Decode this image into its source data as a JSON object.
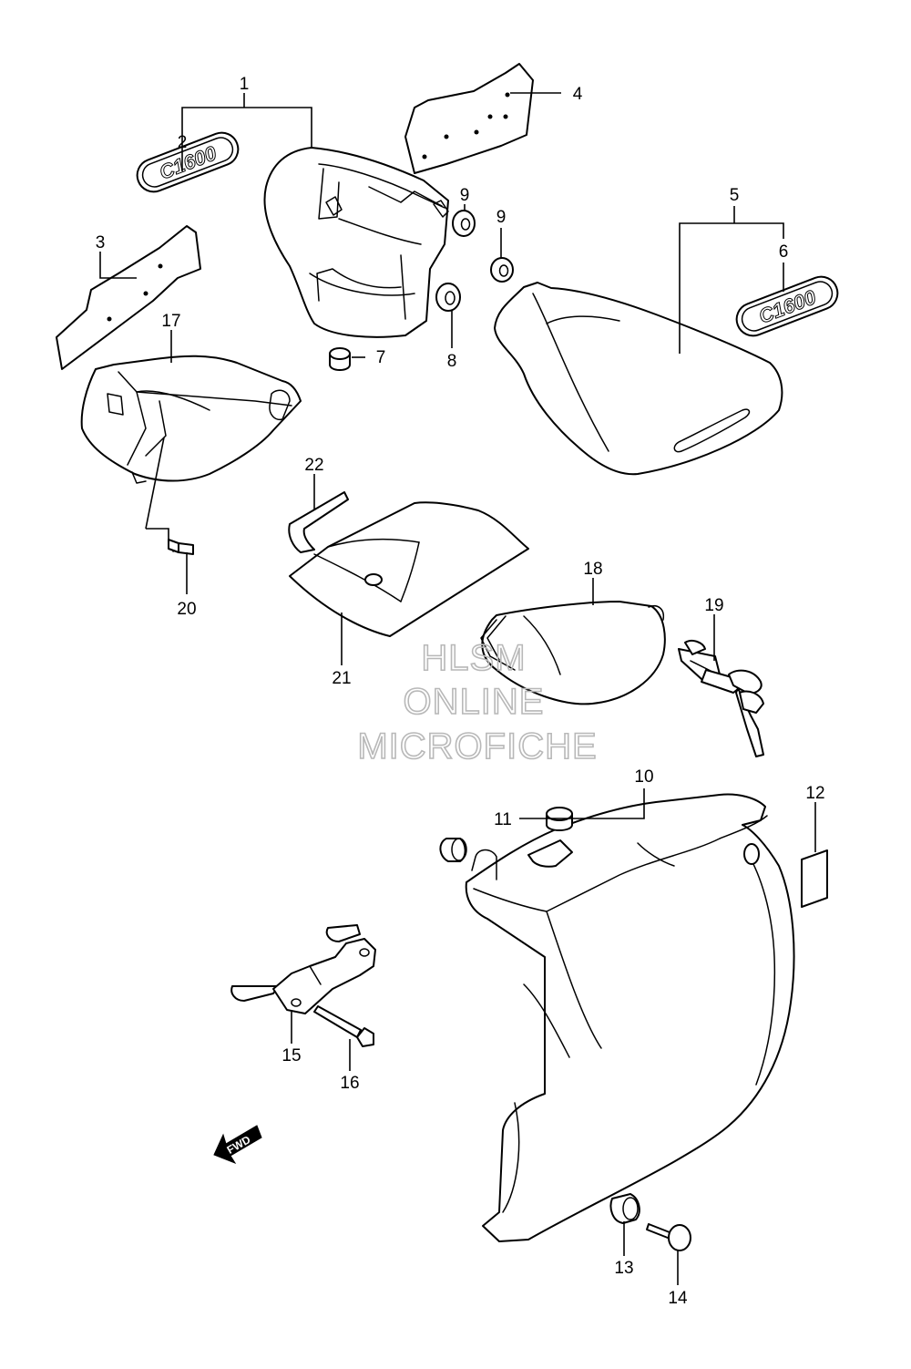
{
  "diagram": {
    "callouts": [
      {
        "id": "1",
        "label": "1"
      },
      {
        "id": "2",
        "label": "2"
      },
      {
        "id": "3",
        "label": "3"
      },
      {
        "id": "4",
        "label": "4"
      },
      {
        "id": "5",
        "label": "5"
      },
      {
        "id": "6",
        "label": "6"
      },
      {
        "id": "7",
        "label": "7"
      },
      {
        "id": "8",
        "label": "8"
      },
      {
        "id": "9a",
        "label": "9"
      },
      {
        "id": "9b",
        "label": "9"
      },
      {
        "id": "10",
        "label": "10"
      },
      {
        "id": "11",
        "label": "11"
      },
      {
        "id": "12",
        "label": "12"
      },
      {
        "id": "13",
        "label": "13"
      },
      {
        "id": "14",
        "label": "14"
      },
      {
        "id": "15",
        "label": "15"
      },
      {
        "id": "16",
        "label": "16"
      },
      {
        "id": "17",
        "label": "17"
      },
      {
        "id": "18",
        "label": "18"
      },
      {
        "id": "19",
        "label": "19"
      },
      {
        "id": "20",
        "label": "20"
      },
      {
        "id": "21",
        "label": "21"
      },
      {
        "id": "22",
        "label": "22"
      }
    ],
    "emblem_text": "C1600",
    "fwd_arrow_label": "FWD",
    "watermark": [
      "HLSM",
      "ONLINE",
      "MICROFICHE"
    ]
  }
}
